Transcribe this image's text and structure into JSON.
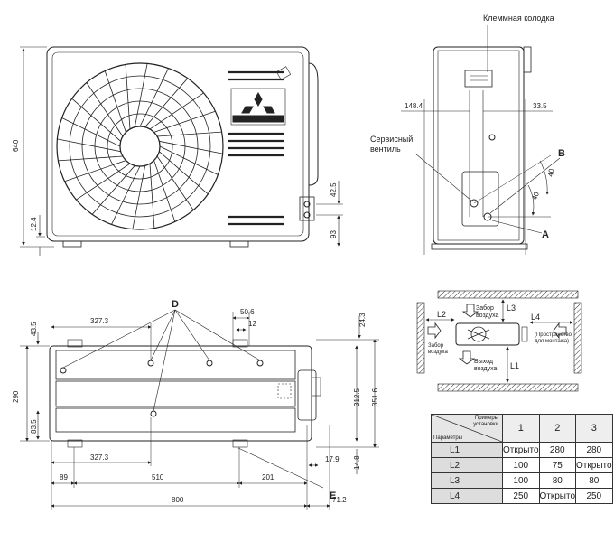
{
  "labels": {
    "terminal_block": "Клеммная колодка",
    "service_valve_1": "Сервисный",
    "service_valve_2": "вентиль",
    "label_a": "A",
    "label_b": "B",
    "label_d": "D",
    "label_e": "E",
    "air_intake_top_1": "Забор",
    "air_intake_top_2": "воздуха",
    "air_intake_left_1": "Забор",
    "air_intake_left_2": "воздуха",
    "air_exhaust_1": "Выход",
    "air_exhaust_2": "воздуха",
    "mount_space_1": "(Пространство",
    "mount_space_2": "для монтажа)",
    "L1": "L1",
    "L2": "L2",
    "L3": "L3",
    "L4": "L4"
  },
  "dims": {
    "front_height": "640",
    "front_base": "12.4",
    "front_valve_1": "42.5",
    "front_valve_2": "93",
    "side_left": "148.4",
    "side_right": "33.5",
    "side_angle_1": "40",
    "side_angle_2": "40",
    "top_left_1": "43.5",
    "top_left_2": "290",
    "top_left_3": "83.5",
    "top_width_1": "327.3",
    "top_width_2": "327.3",
    "top_50_6": "50.6",
    "top_12": "12",
    "top_24_3": "24.3",
    "top_312_5": "312.5",
    "top_351_6": "351.6",
    "top_17_9": "17.9",
    "top_14_8": "14.8",
    "bot_89": "89",
    "bot_510": "510",
    "bot_201": "201",
    "bot_800": "800",
    "bot_71_2": "71.2"
  },
  "table": {
    "header_top_1": "Примеры",
    "header_top_2": "установки",
    "header_bottom": "Параметры",
    "columns": [
      "1",
      "2",
      "3"
    ],
    "rows": [
      {
        "param": "L1",
        "values": [
          "Открыто",
          "280",
          "280"
        ]
      },
      {
        "param": "L2",
        "values": [
          "100",
          "75",
          "Открыто"
        ]
      },
      {
        "param": "L3",
        "values": [
          "100",
          "80",
          "80"
        ]
      },
      {
        "param": "L4",
        "values": [
          "250",
          "Открыто",
          "250"
        ]
      }
    ]
  }
}
